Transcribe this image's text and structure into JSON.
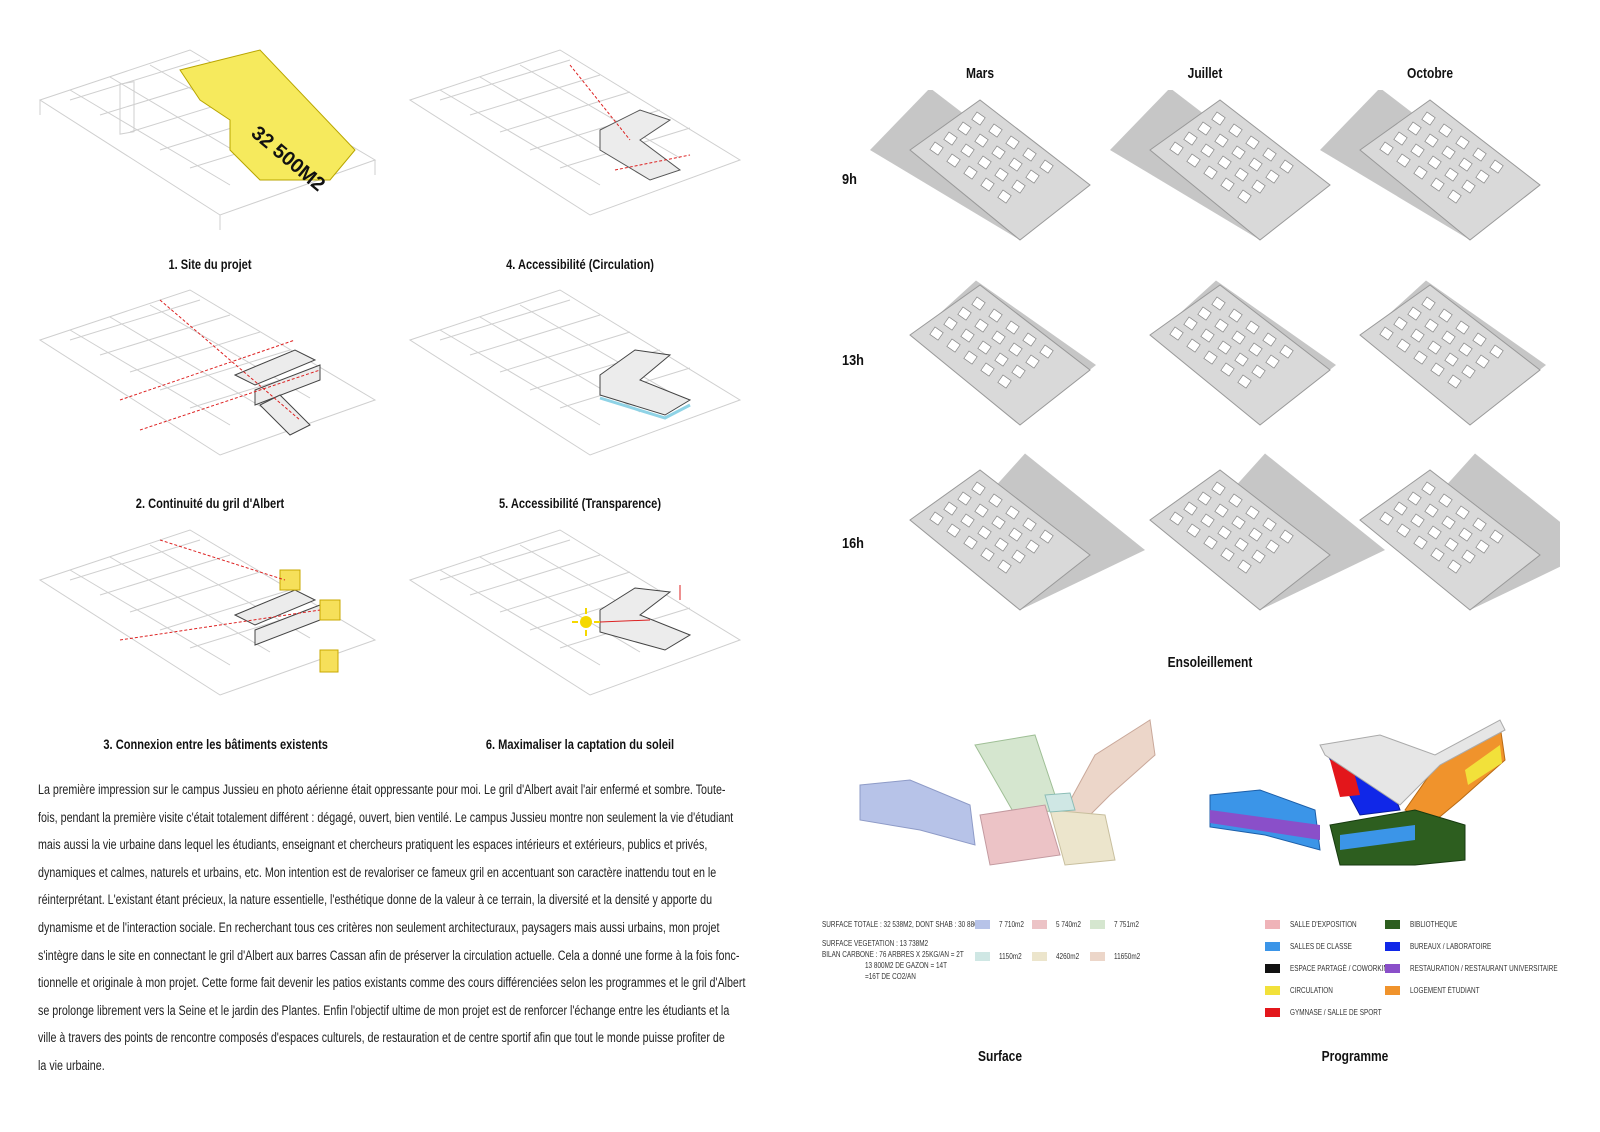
{
  "diagrams": [
    {
      "caption": "1. Site du projet",
      "area_label": "32 500M2"
    },
    {
      "caption": "4. Accessibilité (Circulation)"
    },
    {
      "caption": "2. Continuité du gril d'Albert"
    },
    {
      "caption": "5. Accessibilité (Transparence)"
    },
    {
      "caption": "3. Connexion entre les bâtiments existents"
    },
    {
      "caption": "6. Maximaliser la captation du soleil"
    }
  ],
  "sun_study": {
    "title": "Ensoleillement",
    "months": [
      "Mars",
      "Juillet",
      "Octobre"
    ],
    "hours": [
      "9h",
      "13h",
      "16h"
    ]
  },
  "paragraph_lines": [
    "La première impression sur le campus Jussieu en photo aérienne était oppressante pour moi. Le gril d'Albert avait l'air enfermé et sombre. Toute-",
    "fois, pendant la première visite c'était totalement différent : dégagé, ouvert, bien ventilé. Le campus Jussieu montre non seulement la vie d'étudiant",
    "mais aussi la vie urbaine dans lequel les étudiants, enseignant et chercheurs pratiquent les espaces intérieurs et extérieurs, publics et privés,",
    "dynamiques et calmes, naturels et urbains, etc. Mon intention est de revaloriser ce fameux gril en accentuant son caractère inattendu tout en le",
    "réinterprétant. L'existant étant précieux, la nature essentielle, l'esthétique donne de la valeur à ce terrain, la diversité et la densité y apporte du",
    "dynamisme et de l'interaction sociale. En recherchant tous ces critères non seulement architecturaux, paysagers mais aussi urbains, mon projet",
    "s'intègre dans le site en connectant le gril d'Albert aux barres Cassan afin de préserver la circulation actuelle. Cela a donné une forme à la fois fonc-",
    "tionnelle et originale à mon projet. Cette forme fait devenir les patios existants comme des cours différenciées selon les programmes et le gril d'Albert",
    "se prolonge librement vers la Seine et le jardin des Plantes. Enfin l'objectif ultime de mon projet est de renforcer l'échange entre les étudiants et la",
    "ville à travers des points de rencontre composés d'espaces culturels, de restauration et de centre sportif afin que tout le monde puisse profiter de",
    "la vie urbaine."
  ],
  "surface": {
    "title": "Surface",
    "notes": [
      "SURFACE TOTALE : 32 538M2, DONT SHAB : 30 886M2",
      "SURFACE VEGETATION : 13 738M2",
      "BILAN CARBONE : 76 ARBRES X 25KG/AN = 2T",
      "13 800M2 DE GAZON = 14T",
      "=16T DE CO2/AN"
    ],
    "legend": [
      {
        "value": "7 710m2",
        "color": "#b7c3e8"
      },
      {
        "value": "5 740m2",
        "color": "#ecc3c6"
      },
      {
        "value": "7 751m2",
        "color": "#d5e6cf"
      },
      {
        "value": "1150m2",
        "color": "#cfe7e4"
      },
      {
        "value": "4260m2",
        "color": "#ece5cc"
      },
      {
        "value": "11650m2",
        "color": "#ecd6c9"
      }
    ]
  },
  "programme": {
    "title": "Programme",
    "legend": [
      {
        "label": "SALLE D'EXPOSITION",
        "color": "#efb3b8"
      },
      {
        "label": "BIBLIOTHEQUE",
        "color": "#2d5e1f"
      },
      {
        "label": "SALLES DE CLASSE",
        "color": "#3b95e8"
      },
      {
        "label": "BUREAUX / LABORATOIRE",
        "color": "#1027e8"
      },
      {
        "label": "ESPACE PARTAGÉ / COWORKING",
        "color": "#111111"
      },
      {
        "label": "RESTAURATION / RESTAURANT UNIVERSITAIRE",
        "color": "#8a4fc9"
      },
      {
        "label": "CIRCULATION",
        "color": "#f2e13a"
      },
      {
        "label": "LOGEMENT ÉTUDIANT",
        "color": "#f0932c"
      },
      {
        "label": "GYMNASE / SALLE DE SPORT",
        "color": "#e3161b"
      }
    ]
  }
}
